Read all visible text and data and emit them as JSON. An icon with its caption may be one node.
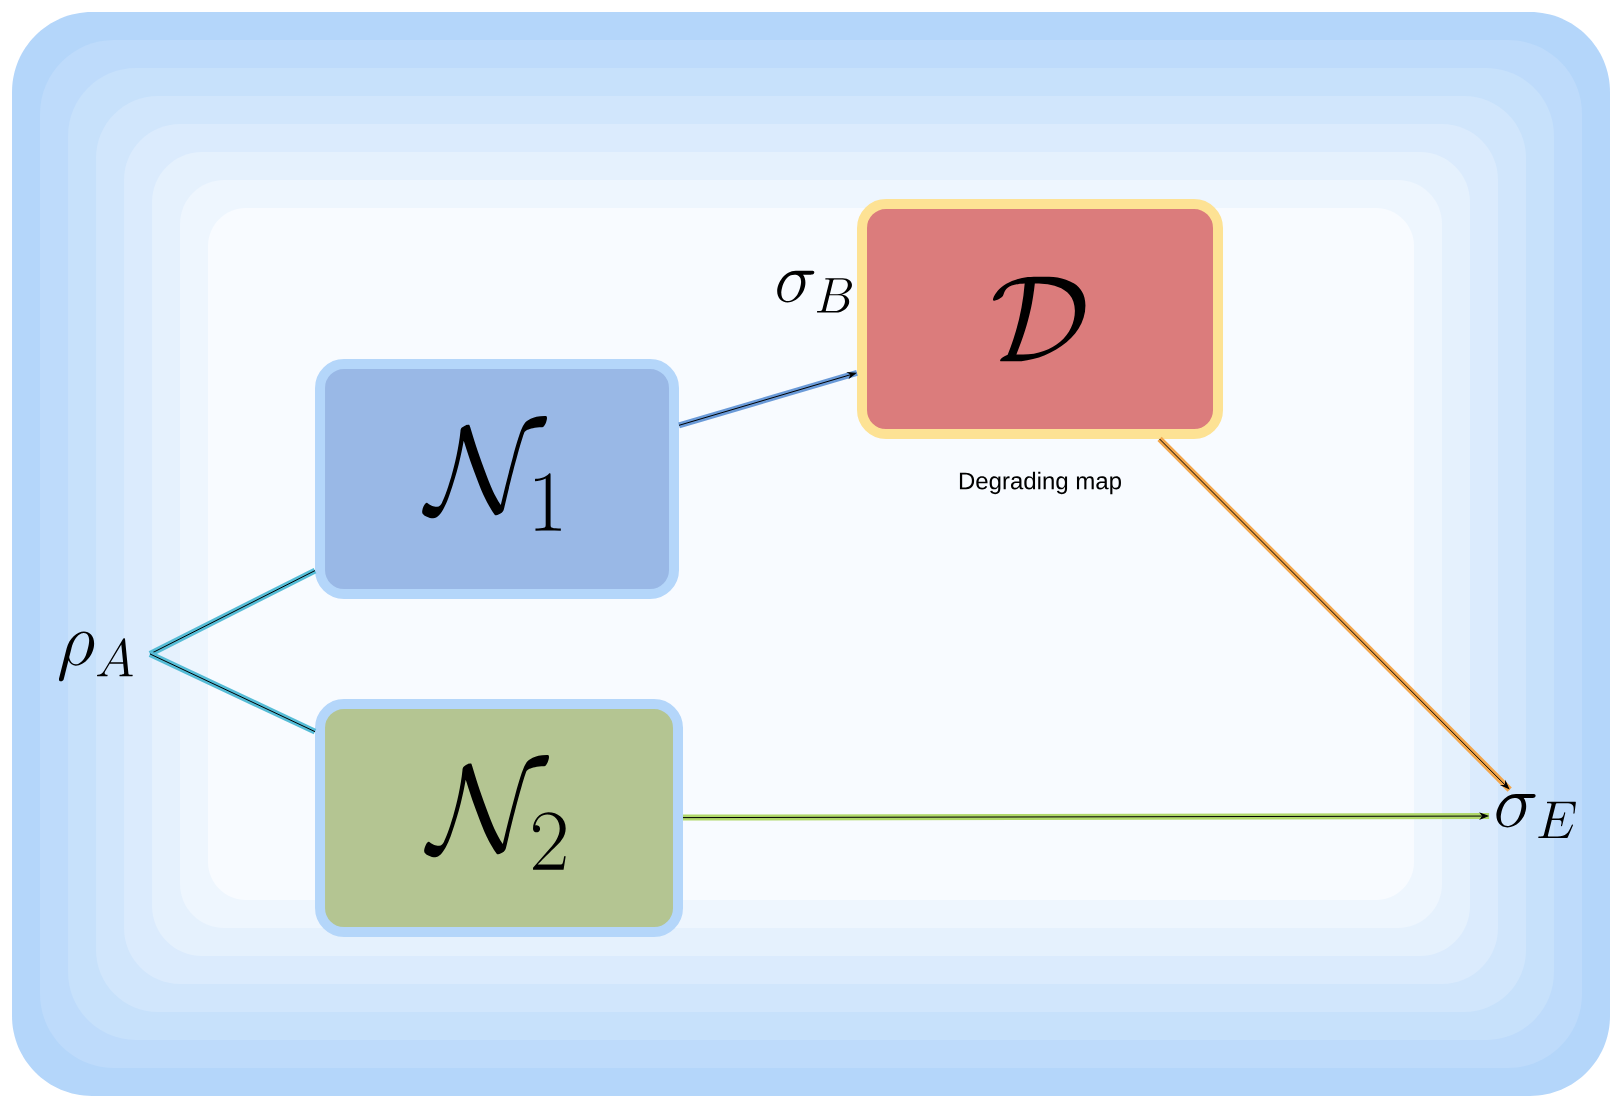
{
  "diagram": {
    "nodes": [
      {
        "text": [
          "\\rho_A"
        ]
      },
      {
        "text": [
          "\\mathcal{N}_1"
        ]
      },
      {
        "text": [
          "\\mathcal{N}_2"
        ]
      },
      {
        "text": [
          "\\mathcal{D}"
        ],
        "beside": [
          "Degrading map"
        ]
      },
      {
        "text": [
          "\\sigma_E"
        ]
      }
    ],
    "edges": [
      {
        "from": 0,
        "to": 1,
        "arrow": "none",
        "color": "#55bcd6"
      },
      {
        "from": 0,
        "to": 2,
        "arrow": "none",
        "color": "#55bcd6"
      },
      {
        "from": 1,
        "to": 3,
        "arrow": "to",
        "label": "\\sigma_B",
        "color": "#6a9ad8"
      },
      {
        "from": 3,
        "to": 4,
        "arrow": "to",
        "color": "#f2a54a"
      },
      {
        "from": 2,
        "to": 4,
        "arrow": "to",
        "color": "#b0d86a"
      }
    ]
  }
}
